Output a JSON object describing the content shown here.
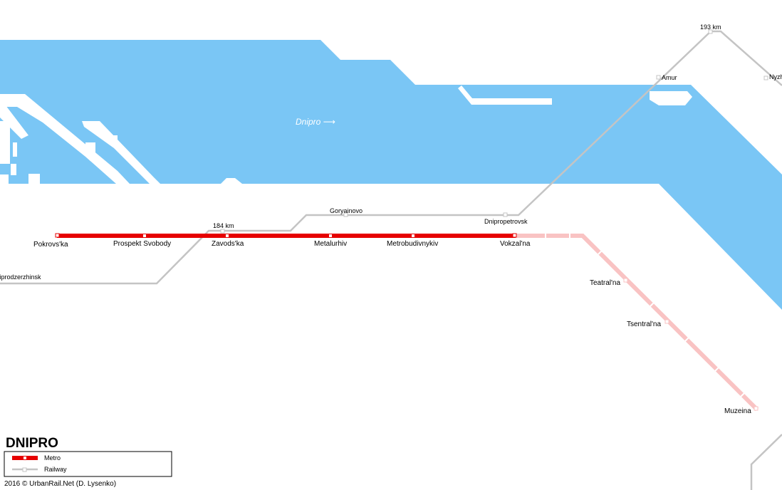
{
  "title": "DNIPRO",
  "river": {
    "name": "Dnipro",
    "arrow": "⟶"
  },
  "colors": {
    "water": "#7ac6f5",
    "metro": "#e60000",
    "metro_planned": "#f9c3c3",
    "railway": "#c4c4c4",
    "background": "#ffffff"
  },
  "metro": {
    "stations": [
      {
        "id": "pokrovska",
        "label": "Pokrovs'ka"
      },
      {
        "id": "prospekt-svobody",
        "label": "Prospekt Svobody"
      },
      {
        "id": "zavodska",
        "label": "Zavods'ka"
      },
      {
        "id": "metalurhiv",
        "label": "Metalurhiv"
      },
      {
        "id": "metrobudivnykiv",
        "label": "Metrobudivnykiv"
      },
      {
        "id": "vokzalna",
        "label": "Vokzal'na"
      }
    ],
    "planned_stations": [
      {
        "id": "teatralna",
        "label": "Teatral'na"
      },
      {
        "id": "tsentralna",
        "label": "Tsentral'na"
      },
      {
        "id": "muzeina",
        "label": "Muzeina"
      }
    ]
  },
  "railway": {
    "stations": [
      {
        "id": "dniprodzerzhinsk",
        "label": "Dniprodzerzhinsk"
      },
      {
        "id": "184km",
        "label": "184 km"
      },
      {
        "id": "goryainovo",
        "label": "Goryainovo"
      },
      {
        "id": "dnipropetrovsk",
        "label": "Dnipropetrovsk"
      },
      {
        "id": "amur",
        "label": "Amur"
      },
      {
        "id": "193km",
        "label": "193 km"
      },
      {
        "id": "nyzhnodniprovsk",
        "label": "Nyzhnodniprovsk"
      }
    ]
  },
  "legend": {
    "items": [
      {
        "id": "metro",
        "label": "Metro"
      },
      {
        "id": "railway",
        "label": "Railway"
      }
    ]
  },
  "copyright": "2016 © UrbanRail.Net (D. Lysenko)"
}
